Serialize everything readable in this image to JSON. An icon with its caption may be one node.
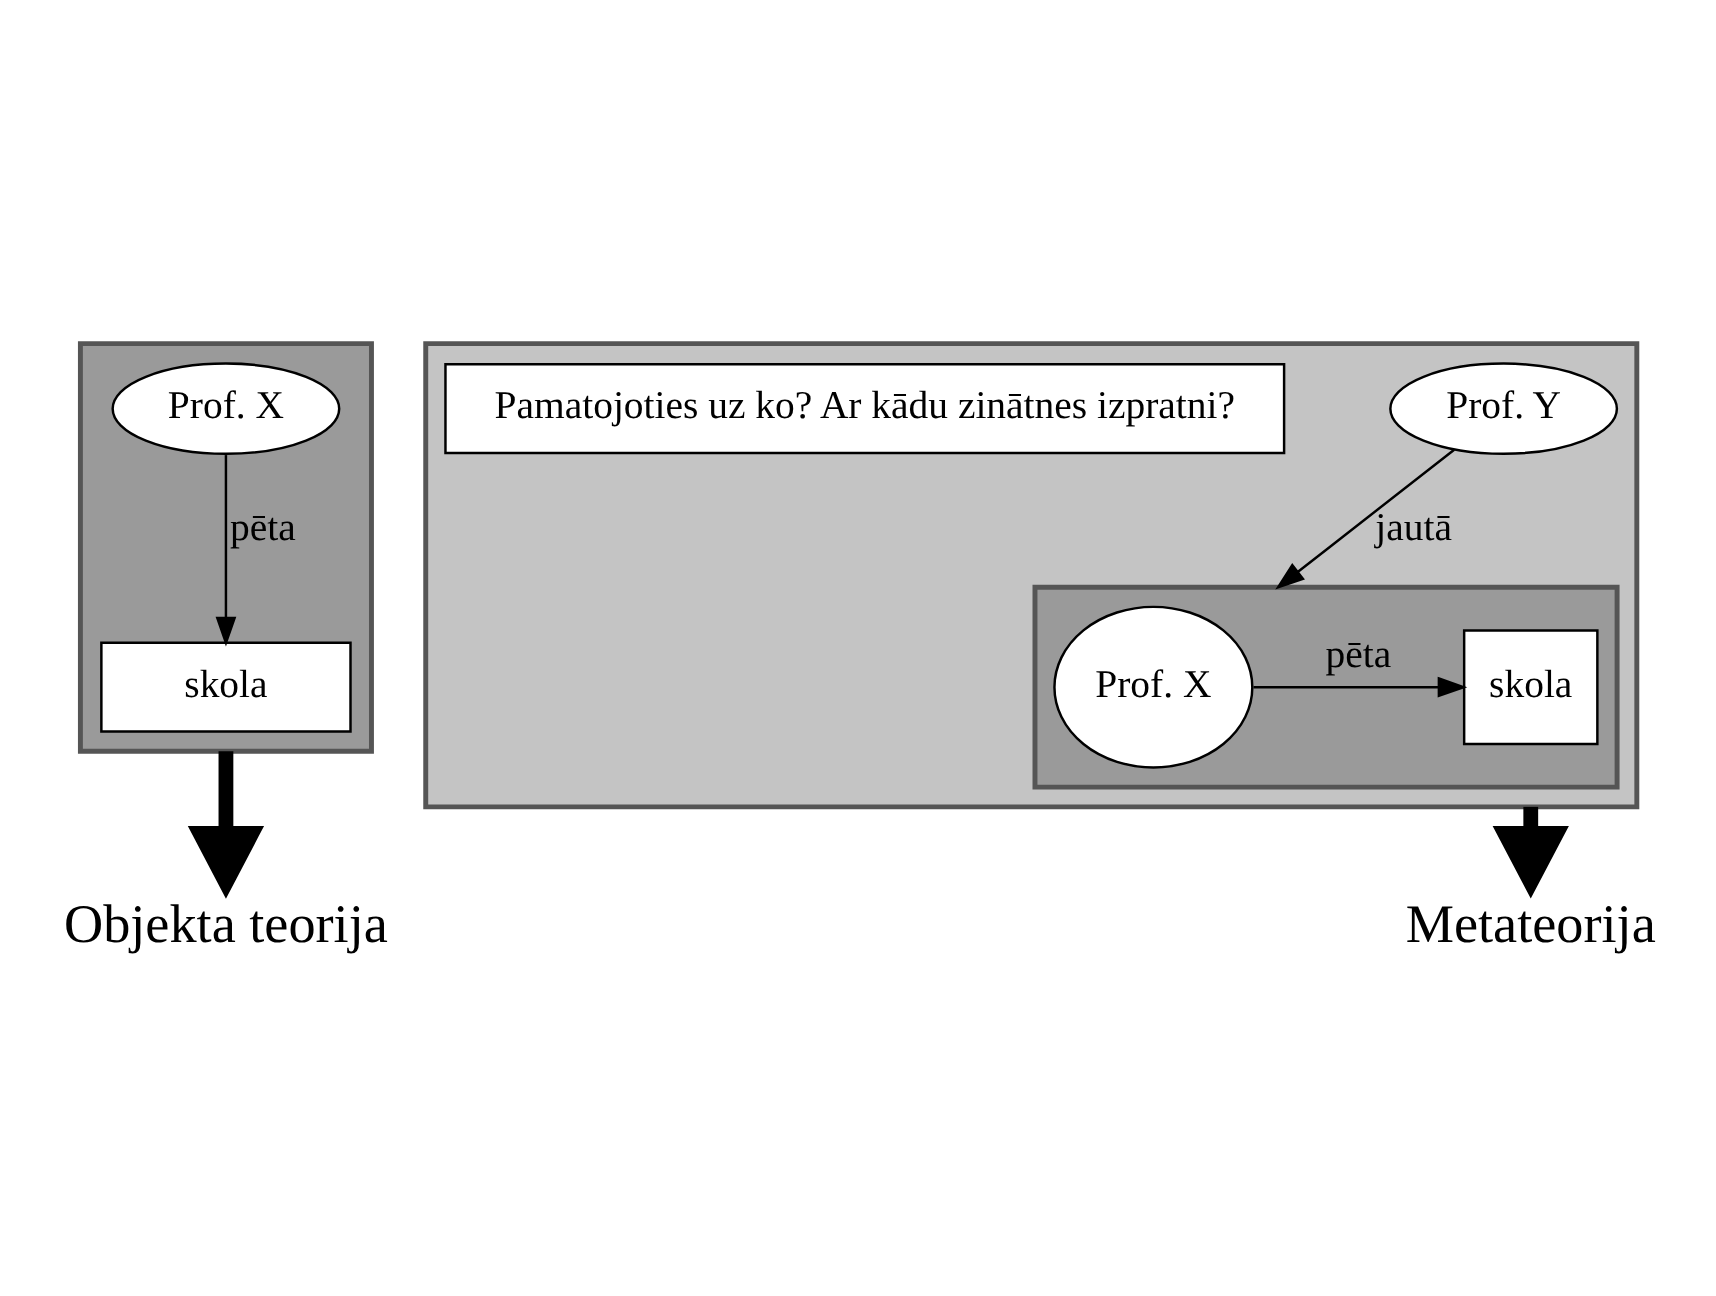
{
  "diagram": {
    "nodes": [
      {
        "text": [],
        "shape": "box"
      },
      {
        "text": [
          "Prof. X"
        ],
        "in": 0
      },
      {
        "text": [
          "skola"
        ],
        "in": 0
      },
      {
        "text": [],
        "shape": "box"
      },
      {
        "text": [
          "Prof. Y"
        ],
        "in": 3
      },
      {
        "text": [
          "Pamatojoties uz ko? Ar kādu zinātnes izpratni?"
        ],
        "in": 3
      },
      {
        "text": [],
        "shape": "box",
        "in": 3
      },
      {
        "text": [
          "Prof. X"
        ],
        "in": 6
      },
      {
        "text": [
          "skola"
        ],
        "in": 6
      },
      {
        "text": [
          "Objekta teorija"
        ]
      },
      {
        "text": [
          "Metateorija"
        ]
      }
    ],
    "edges": [
      {
        "from": 1,
        "to": 2,
        "arrow": "to",
        "label": "pēta"
      },
      {
        "from": 4,
        "to": 6,
        "arrow": "to",
        "label": "jautā"
      },
      {
        "from": 7,
        "to": 8,
        "arrow": "to",
        "label": "pēta"
      },
      {
        "from": 0,
        "to": 9,
        "arrow": "to",
        "style": "thick"
      },
      {
        "from": 3,
        "to": 10,
        "arrow": "to",
        "style": "thick"
      }
    ]
  }
}
